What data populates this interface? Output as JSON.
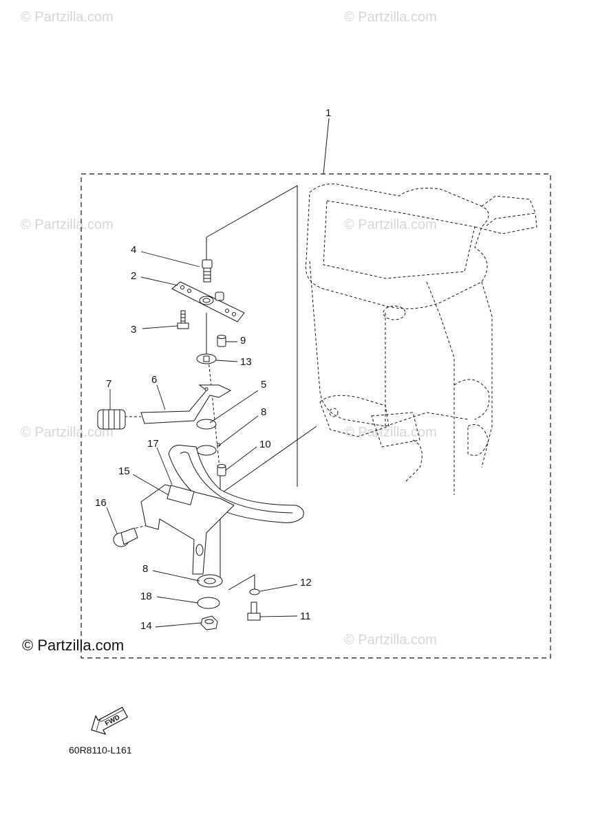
{
  "watermark": "© Partzilla.com",
  "copyright": "© Partzilla.com",
  "diagram_code": "60R8110-L161",
  "fwd_label": "FWD",
  "callouts": {
    "c1": "1",
    "c2": "2",
    "c3": "3",
    "c4": "4",
    "c5": "5",
    "c6": "6",
    "c7": "7",
    "c8a": "8",
    "c8b": "8",
    "c9": "9",
    "c10": "10",
    "c11": "11",
    "c12": "12",
    "c13": "13",
    "c14": "14",
    "c15": "15",
    "c16": "16",
    "c17": "17",
    "c18": "18"
  }
}
